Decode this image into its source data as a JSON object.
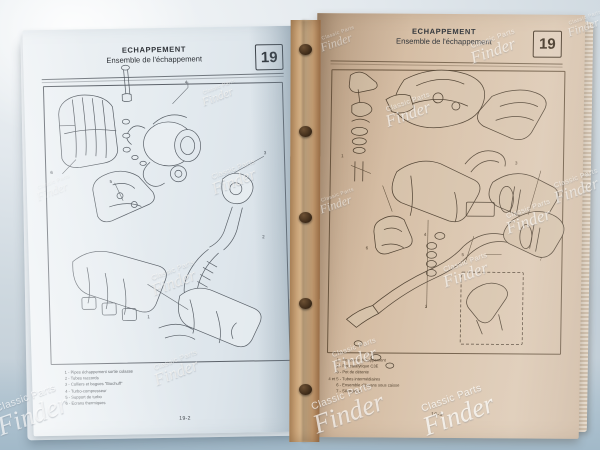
{
  "photo": {
    "subject": "open-automotive-workshop-manual",
    "background_color": "#d5dde3"
  },
  "watermark": {
    "line1": "Classic Parts",
    "line2": "Finder"
  },
  "left_page": {
    "header": {
      "title": "ECHAPPEMENT",
      "subtitle": "Ensemble de l'échappement",
      "chapter": "19"
    },
    "page_number": "19-2",
    "callouts": [
      "1",
      "2",
      "3",
      "4",
      "5",
      "6"
    ],
    "legend": [
      {
        "n": "1",
        "text": "Pipes échappement sortie culasse"
      },
      {
        "n": "2",
        "text": "Tubes raccords"
      },
      {
        "n": "3",
        "text": "Colliers et bagues \"Biochuff\""
      },
      {
        "n": "4",
        "text": "Turbo-compresseur"
      },
      {
        "n": "5",
        "text": "Support de turbo"
      },
      {
        "n": "6",
        "text": "Ecrans thermiques"
      }
    ]
  },
  "right_page": {
    "header": {
      "title": "ECHAPPEMENT",
      "subtitle": "Ensemble de l'échappement",
      "chapter": "19"
    },
    "page_number": "19-3",
    "callouts": [
      "1",
      "2",
      "3",
      "4",
      "5",
      "6",
      "7"
    ],
    "legend": [
      {
        "n": "1",
        "text": "Descente échappement"
      },
      {
        "n": "2",
        "text": "Pot catalytique C3E"
      },
      {
        "n": "3",
        "text": "Pot de détente"
      },
      {
        "n": "4 et 5",
        "text": "Tubes intermédiaires"
      },
      {
        "n": "6",
        "text": "Ensemble d'écrans sous caisse"
      },
      {
        "n": "7",
        "text": "Silencieux"
      }
    ]
  }
}
